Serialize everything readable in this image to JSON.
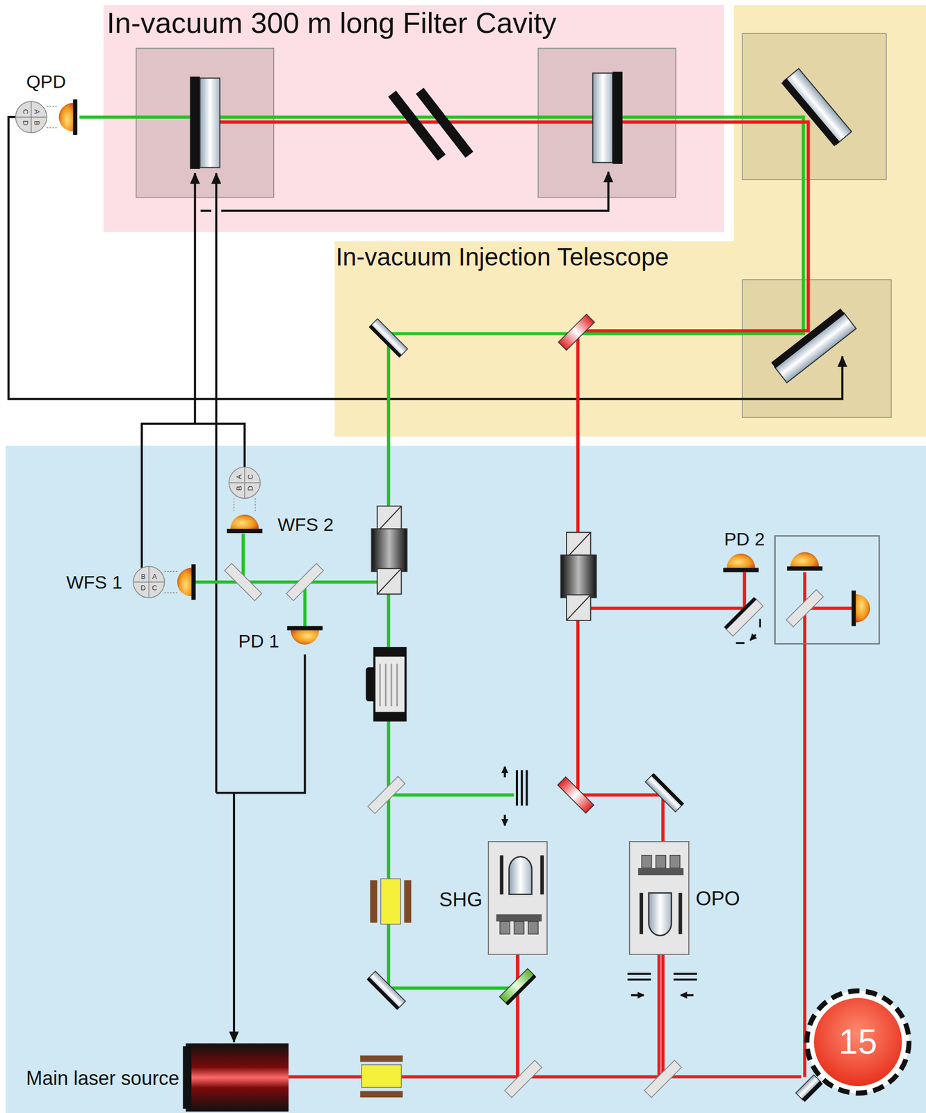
{
  "diagram": {
    "nodes": [
      {
        "text": [
          "In-vacuum 300 m long Filter Cavity"
        ]
      },
      {
        "text": [
          "In-vacuum Injection Telescope"
        ]
      },
      {
        "text": [
          "SHG"
        ]
      },
      {
        "text": [
          "OPO"
        ]
      },
      {
        "text": [
          "Main laser source"
        ]
      }
    ],
    "edges": [
      {
        "from": 4,
        "to": 2,
        "arrow": "none"
      },
      {
        "from": 4,
        "to": 3,
        "arrow": "none"
      }
    ],
    "labels": [
      "QPD",
      "C",
      "D",
      "A",
      "B",
      "WFS 2",
      "A",
      "B",
      "C",
      "D",
      "WFS 1",
      "B",
      "A",
      "D",
      "C",
      "PD 1",
      "PD 2",
      "15"
    ]
  }
}
